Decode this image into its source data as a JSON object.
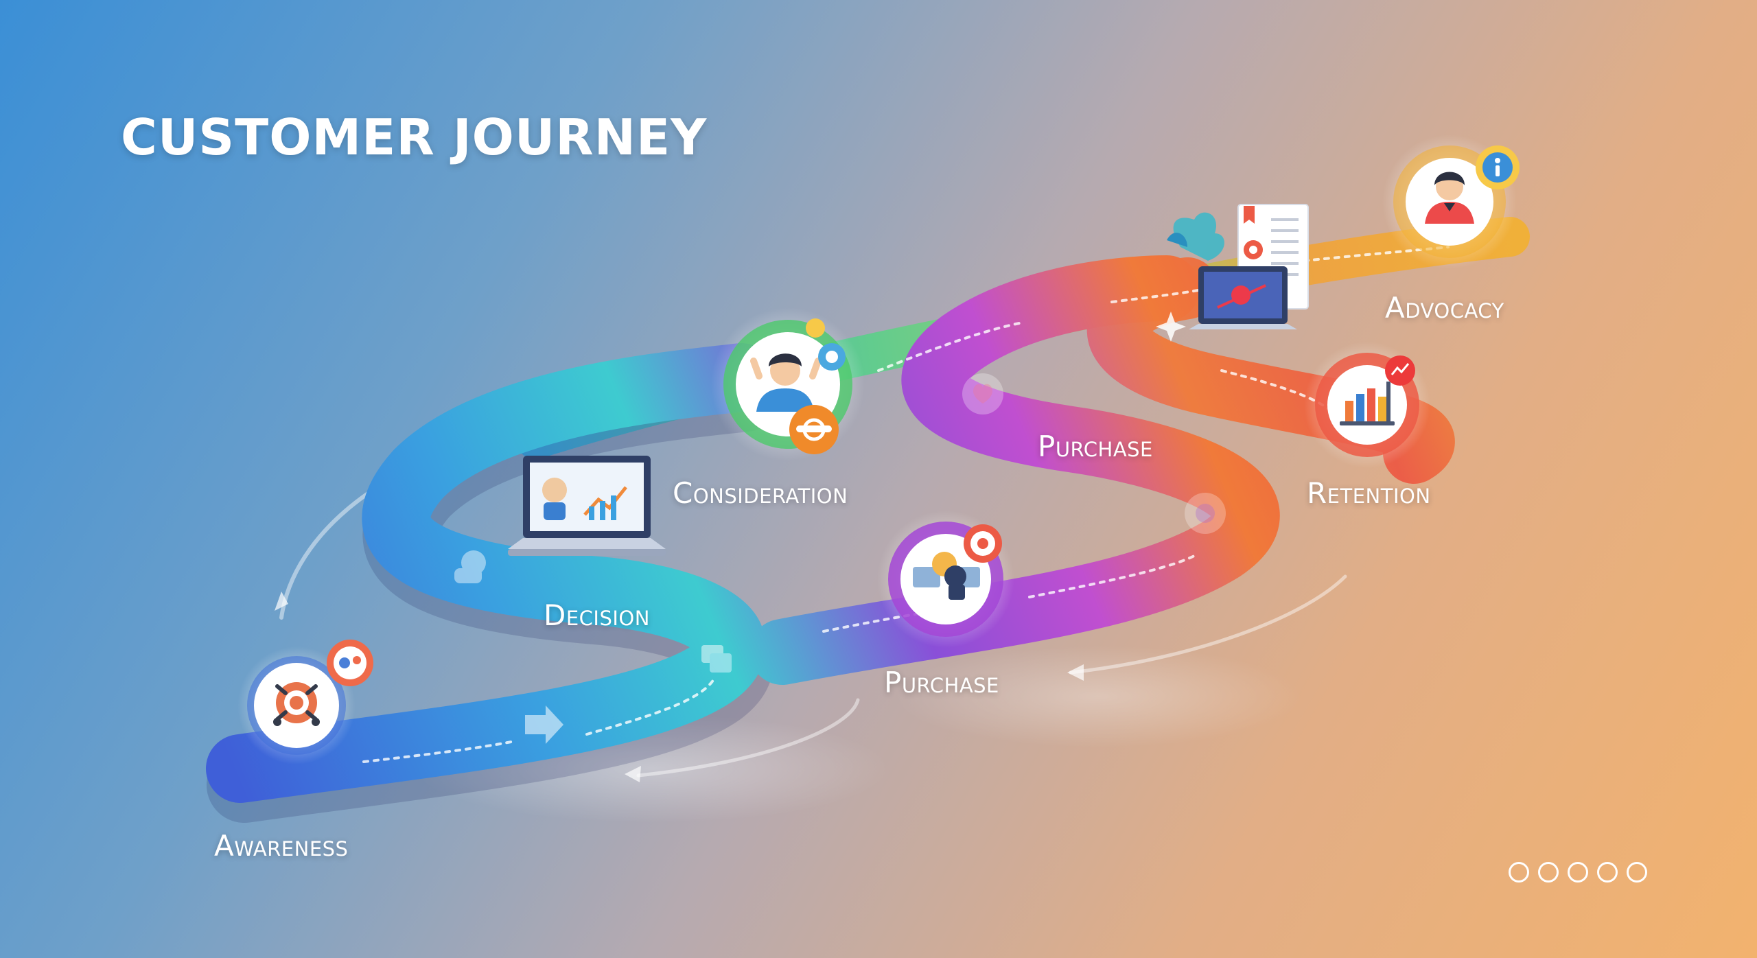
{
  "title": "CUSTOMER JOURNEY",
  "stages": [
    {
      "id": "awareness",
      "label": "Awareness",
      "icon": "target-gear-icon",
      "color": "#3f6fd8"
    },
    {
      "id": "decision",
      "label": "Decision",
      "icon": "laptop-analytics-icon",
      "color": "#3a9fd8"
    },
    {
      "id": "consideration",
      "label": "Consideration",
      "icon": "person-thinking-icon",
      "color": "#4cc96a"
    },
    {
      "id": "purchase-lower",
      "label": "Purchase",
      "icon": "handshake-icon",
      "color": "#a347d6"
    },
    {
      "id": "purchase-upper",
      "label": "Purchase",
      "icon": "heart-icon",
      "color": "#f07a3a"
    },
    {
      "id": "retention",
      "label": "Retention",
      "icon": "bar-chart-icon",
      "color": "#ec5a45"
    },
    {
      "id": "advocacy",
      "label": "Advocacy",
      "icon": "person-info-icon",
      "color": "#f2b032"
    }
  ],
  "colors": {
    "blue": "#3f6fd8",
    "teal": "#3ecbd0",
    "green": "#4cc96a",
    "purple": "#a347d6",
    "orange": "#f07a3a",
    "red": "#ec5a45",
    "yellow": "#f2b032"
  },
  "pager": {
    "count": 5
  }
}
